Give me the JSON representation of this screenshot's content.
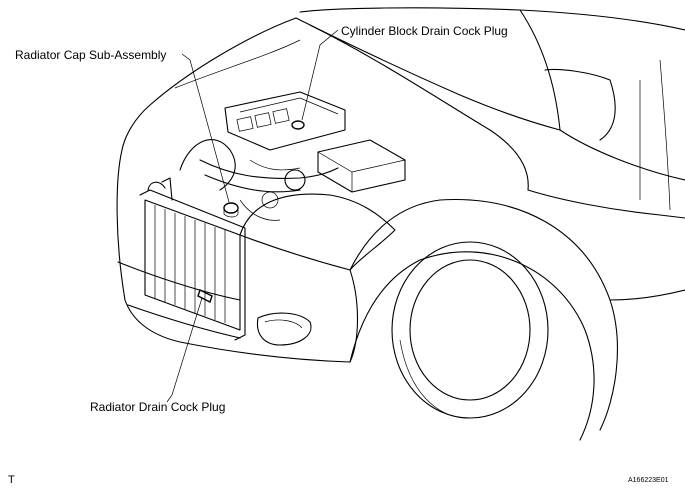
{
  "labels": {
    "cylinder_block_drain_cock_plug": "Cylinder Block Drain Cock Plug",
    "radiator_cap_sub_assembly": "Radiator Cap Sub-Assembly",
    "radiator_drain_cock_plug": "Radiator Drain Cock Plug"
  },
  "corner_mark": "T",
  "figure_id": "A166223E01"
}
